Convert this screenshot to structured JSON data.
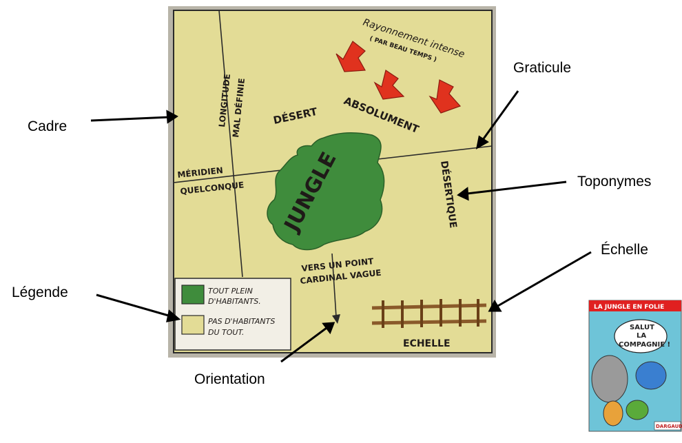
{
  "callouts": {
    "cadre": "Cadre",
    "graticule": "Graticule",
    "toponymes": "Toponymes",
    "echelle": "Échelle",
    "legende": "Légende",
    "orientation": "Orientation"
  },
  "map": {
    "rayonnement": "Rayonnement intense",
    "par_beau_temps": "( PAR BEAU TEMPS )",
    "longitude_1": "LONGITUDE",
    "longitude_2": "MAL DÉFINIE",
    "desert": "DÉSERT",
    "absolument": "ABSOLUMENT",
    "desertique": "DÉSERTIQUE",
    "jungle": "JUNGLE",
    "meridien_1": "MÉRIDIEN",
    "meridien_2": "QUELCONQUE",
    "vers_1": "VERS UN POINT",
    "vers_2": "CARDINAL VAGUE",
    "echelle": "ECHELLE",
    "legend_green_1": "TOUT PLEIN",
    "legend_green_2": "D'HABITANTS.",
    "legend_yellow_1": "PAS D'HABITANTS",
    "legend_yellow_2": "DU TOUT."
  },
  "book_cover": {
    "title": "LA JUNGLE EN FOLIE",
    "bubble_1": "SALUT",
    "bubble_2": "LA",
    "bubble_3": "COMPAGNIE !",
    "publisher": "DARGAUD"
  },
  "colors": {
    "map_paper": "#e3dc96",
    "jungle_green": "#3f8c3c",
    "arrow_red": "#e0321e",
    "cover_sky": "#6ec4d8"
  }
}
